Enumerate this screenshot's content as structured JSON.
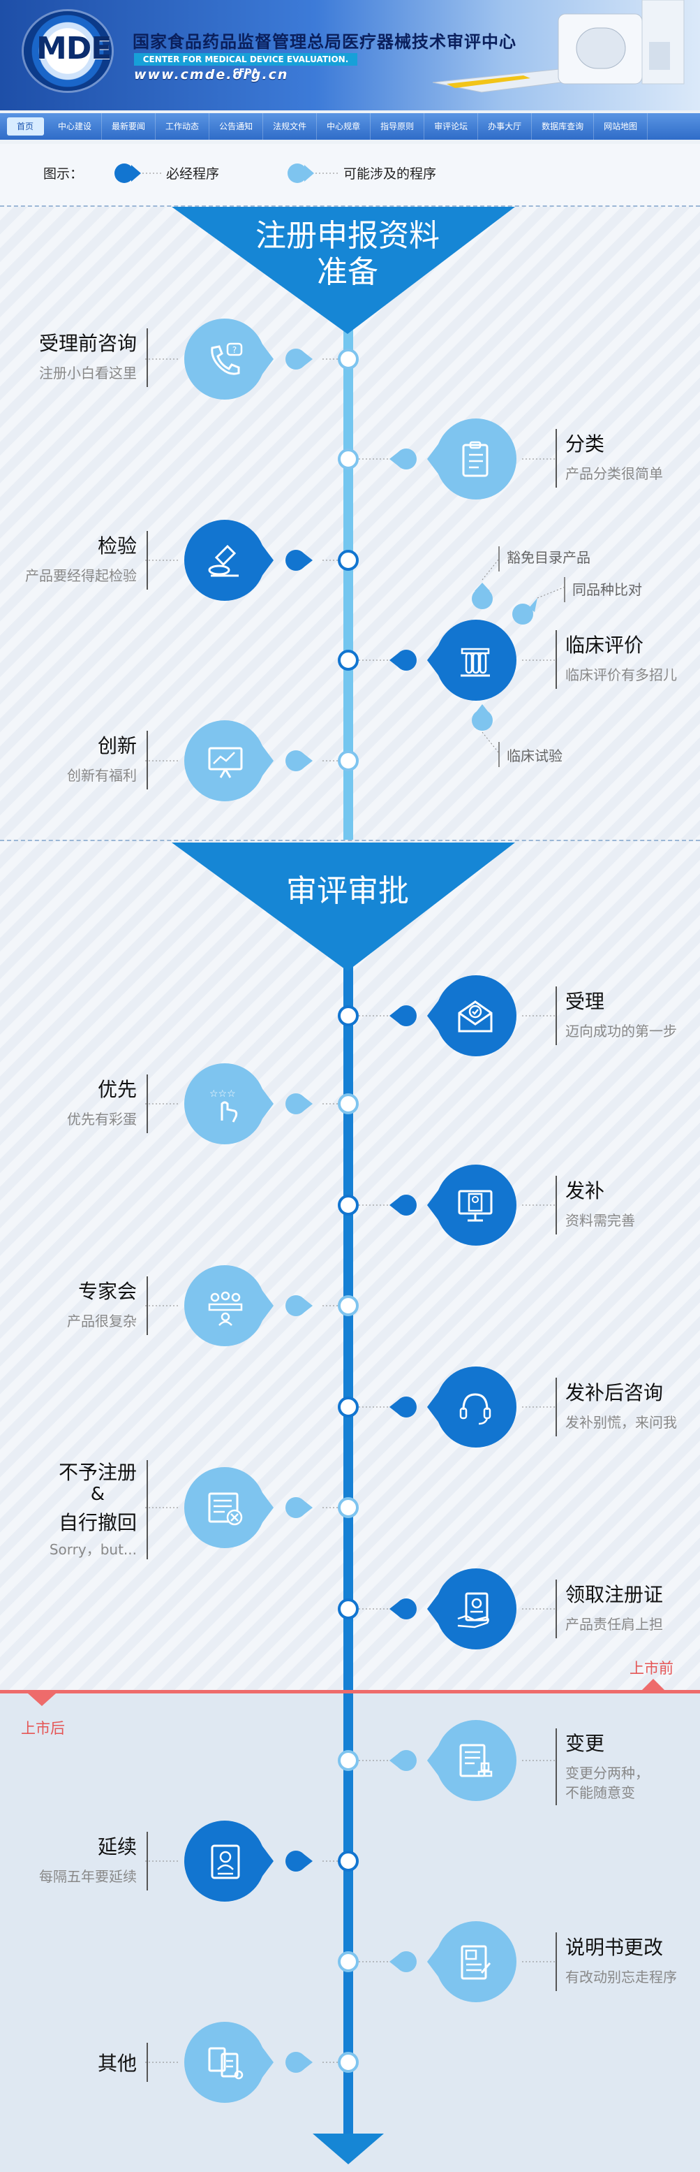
{
  "header": {
    "logo_text": "MDE",
    "title_cn": "国家食品药品监督管理总局医疗器械技术审评中心",
    "title_en": "CENTER FOR MEDICAL DEVICE EVALUATION. CFDA",
    "url": "www.cmde.org.cn"
  },
  "nav": {
    "items": [
      "首页",
      "中心建设",
      "最新要闻",
      "工作动态",
      "公告通知",
      "法规文件",
      "中心规章",
      "指导原则",
      "审评论坛",
      "办事大厅",
      "数据库查询",
      "网站地图"
    ],
    "active_index": 0
  },
  "legend": {
    "label": "图示：",
    "required": "必经程序",
    "possible": "可能涉及的程序"
  },
  "colors": {
    "dark_blue": "#1275d0",
    "light_blue": "#7ec4ef",
    "red": "#ee6b6b"
  },
  "sections": {
    "s1_title_line1": "注册申报资料",
    "s1_title_line2": "准备",
    "s2_title": "审评审批"
  },
  "markers": {
    "pre": "上市前",
    "post": "上市后"
  },
  "steps": {
    "consult": {
      "title": "受理前咨询",
      "sub": "注册小白看这里",
      "icon": "phone-icon"
    },
    "classify": {
      "title": "分类",
      "sub": "产品分类很简单",
      "icon": "clipboard-icon"
    },
    "test": {
      "title": "检验",
      "sub": "产品要经得起检验",
      "icon": "microscope-icon"
    },
    "clinical": {
      "title": "临床评价",
      "sub": "临床评价有多招儿",
      "icon": "test-tubes-icon"
    },
    "clinical_exempt": "豁免目录产品",
    "clinical_compare": "同品种比对",
    "clinical_trial": "临床试验",
    "innovate": {
      "title": "创新",
      "sub": "创新有福利",
      "icon": "whiteboard-icon"
    },
    "accept": {
      "title": "受理",
      "sub": "迈向成功的第一步",
      "icon": "mail-check-icon"
    },
    "priority": {
      "title": "优先",
      "sub": "优先有彩蛋",
      "icon": "stars-hand-icon"
    },
    "supplement": {
      "title": "发补",
      "sub": "资料需完善",
      "icon": "monitor-doc-icon"
    },
    "expert": {
      "title": "专家会",
      "sub": "产品很复杂",
      "icon": "meeting-icon"
    },
    "post_consult": {
      "title": "发补后咨询",
      "sub": "发补别慌，来问我",
      "icon": "headset-icon"
    },
    "reject": {
      "line1": "不予注册",
      "amp": "&",
      "line2": "自行撤回",
      "sub": "Sorry，but...",
      "icon": "cancel-form-icon"
    },
    "certificate": {
      "title": "领取注册证",
      "sub": "产品责任肩上担",
      "icon": "certificate-icon"
    },
    "change": {
      "title": "变更",
      "sub1": "变更分两种，",
      "sub2": "不能随意变",
      "icon": "document-stamp-icon"
    },
    "renew": {
      "title": "延续",
      "sub": "每隔五年要延续",
      "icon": "id-card-icon"
    },
    "manual": {
      "title": "说明书更改",
      "sub": "有改动别忘走程序",
      "icon": "manual-icon"
    },
    "other": {
      "title": "其他",
      "icon": "devices-icon"
    }
  }
}
